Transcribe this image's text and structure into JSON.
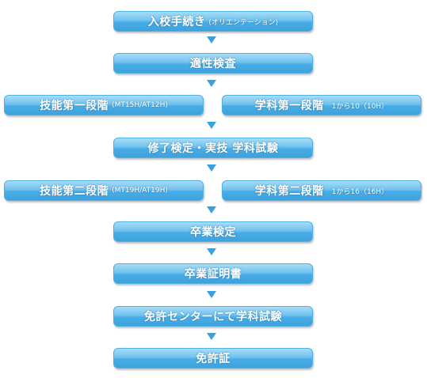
{
  "flow": {
    "enrollment": {
      "label": "入校手続き",
      "note": "(オリエンテーション)"
    },
    "aptitude_test": {
      "label": "適性検査"
    },
    "stage1_skill": {
      "label": "技能第一段階",
      "note": "(MT15H/AT12H)"
    },
    "stage1_theory": {
      "label": "学科第一段階",
      "note": "1から10（10H）"
    },
    "completion_test": {
      "label": "修了検定・実技 学科試験"
    },
    "stage2_skill": {
      "label": "技能第二段階",
      "note": "(MT19H/AT19H)"
    },
    "stage2_theory": {
      "label": "学科第二段階",
      "note": "1から16（16H）"
    },
    "graduation_test": {
      "label": "卒業検定"
    },
    "graduation_certificate": {
      "label": "卒業証明書"
    },
    "license_center_exam": {
      "label": "免許センターにて学科試験"
    },
    "license": {
      "label": "免許証"
    }
  },
  "colors": {
    "box_top": "#a9dcf7",
    "box_bottom": "#3ea2de",
    "arrow": "#3aa0de",
    "text": "#ffffff"
  }
}
